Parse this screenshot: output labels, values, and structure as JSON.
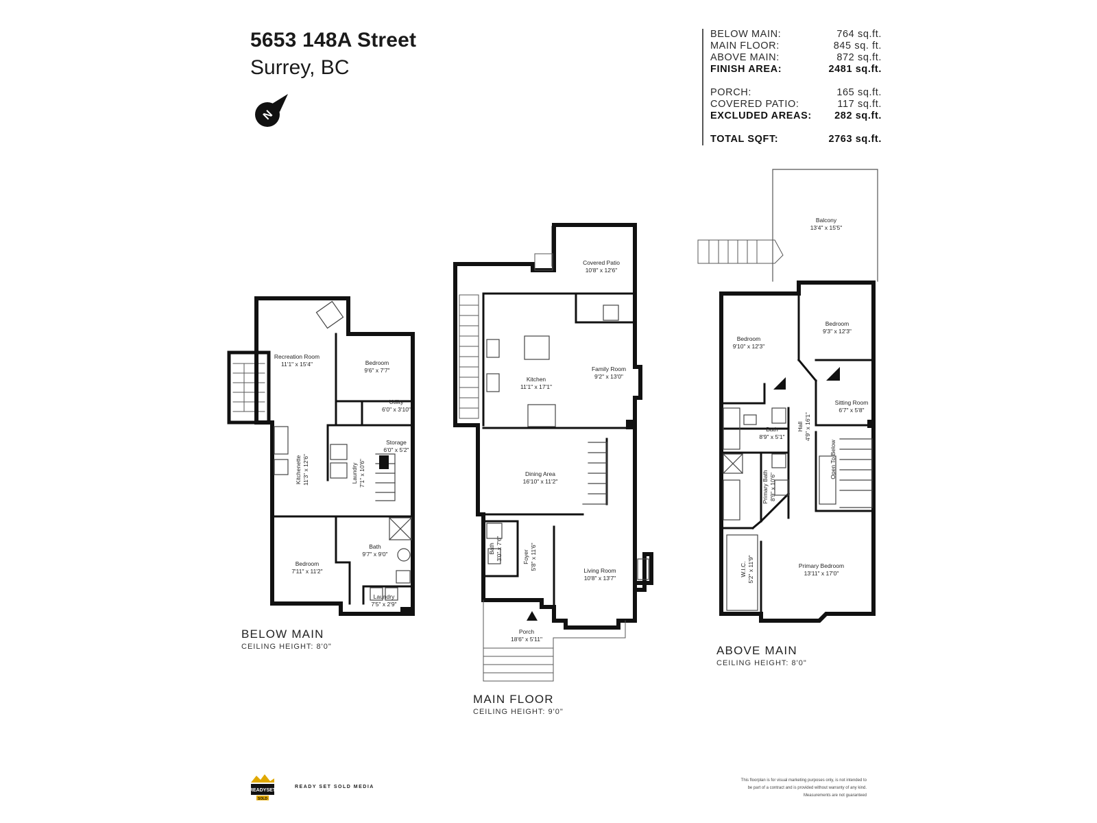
{
  "header": {
    "address": "5653 148A Street",
    "city": "Surrey, BC"
  },
  "north_icon": "compass-north-icon",
  "stats": [
    {
      "label": "BELOW MAIN:",
      "value": "764 sq.ft.",
      "bold": false
    },
    {
      "label": "MAIN FLOOR:",
      "value": "845 sq. ft.",
      "bold": false
    },
    {
      "label": "ABOVE MAIN:",
      "value": "872 sq.ft.",
      "bold": false
    },
    {
      "label": "FINISH AREA:",
      "value": "2481 sq.ft.",
      "bold": true
    },
    {
      "label": "PORCH:",
      "value": "165 sq.ft.",
      "bold": false
    },
    {
      "label": "COVERED PATIO:",
      "value": "117 sq.ft.",
      "bold": false
    },
    {
      "label": "EXCLUDED AREAS:",
      "value": "282 sq.ft.",
      "bold": true
    },
    {
      "label": "TOTAL SQFT:",
      "value": "2763 sq.ft.",
      "bold": true
    }
  ],
  "floors": {
    "below": {
      "label": "BELOW MAIN",
      "ceiling": "CEILING HEIGHT: 8'0\"",
      "rooms": [
        {
          "name": "Recreation Room",
          "dims": "11'1\" x 15'4\""
        },
        {
          "name": "Bedroom",
          "dims": "9'6\" x 7'7\""
        },
        {
          "name": "Utility",
          "dims": "6'0\" x 3'10\""
        },
        {
          "name": "Storage",
          "dims": "6'0\" x 5'2\""
        },
        {
          "name": "Kitchenette",
          "dims": "11'3\" x 12'6\""
        },
        {
          "name": "Laundry",
          "dims": "7'1\" x 10'6\""
        },
        {
          "name": "Bath",
          "dims": "9'7\" x 9'0\""
        },
        {
          "name": "Bedroom",
          "dims": "7'11\" x 11'2\""
        },
        {
          "name": "Laundry",
          "dims": "7'5\" x 2'9\""
        }
      ]
    },
    "main": {
      "label": "MAIN FLOOR",
      "ceiling": "CEILING HEIGHT: 9'0\"",
      "rooms": [
        {
          "name": "Covered Patio",
          "dims": "10'8\" x 12'6\""
        },
        {
          "name": "Kitchen",
          "dims": "11'1\" x 17'1\""
        },
        {
          "name": "Family Room",
          "dims": "9'2\" x 13'0\""
        },
        {
          "name": "Dining Area",
          "dims": "16'10\" x 11'2\""
        },
        {
          "name": "Bath",
          "dims": "3'0\" x 7'6\""
        },
        {
          "name": "Foyer",
          "dims": "5'8\" x 11'6\""
        },
        {
          "name": "Living Room",
          "dims": "10'8\" x 13'7\""
        },
        {
          "name": "Porch",
          "dims": "18'6\" x 5'11\""
        }
      ]
    },
    "above": {
      "label": "ABOVE MAIN",
      "ceiling": "CEILING HEIGHT: 8'0\"",
      "rooms": [
        {
          "name": "Balcony",
          "dims": "13'4\" x 15'5\""
        },
        {
          "name": "Bedroom",
          "dims": "9'10\" x 12'3\""
        },
        {
          "name": "Bedroom",
          "dims": "9'3\" x 12'3\""
        },
        {
          "name": "Sitting Room",
          "dims": "6'7\" x 5'8\""
        },
        {
          "name": "Bath",
          "dims": "8'9\" x 5'1\""
        },
        {
          "name": "Hall",
          "dims": "4'9\" x 16'1\""
        },
        {
          "name": "Open To Below",
          "dims": ""
        },
        {
          "name": "Primary Bath",
          "dims": "8'9\" x 10'6\""
        },
        {
          "name": "W.I.C.",
          "dims": "5'2\" x 11'9\""
        },
        {
          "name": "Primary Bedroom",
          "dims": "13'11\" x 17'0\""
        }
      ]
    }
  },
  "footer": {
    "logo_text": "READYSET SOLD",
    "brand": "READY SET SOLD MEDIA",
    "disclaimer": [
      "This floorplan is for visual marketing purposes only, is not intended to",
      "be part of a contract and is provided without warranty of any kind.",
      "Measurements are not guaranteed"
    ]
  }
}
